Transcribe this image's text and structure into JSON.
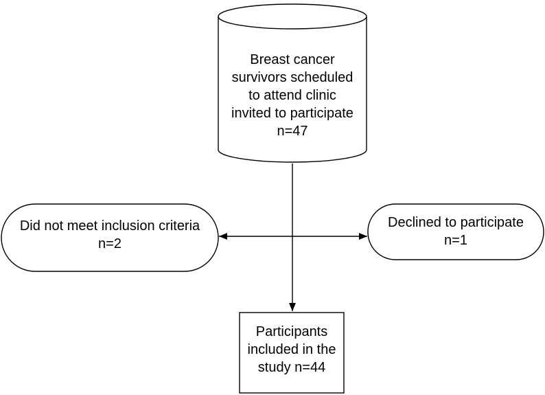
{
  "flowchart": {
    "start": {
      "lines": [
        "Breast cancer",
        "survivors scheduled",
        "to attend clinic",
        "invited to participate",
        "n=47"
      ]
    },
    "excluded_left": {
      "lines": [
        "Did not meet inclusion criteria",
        "n=2"
      ]
    },
    "excluded_right": {
      "lines": [
        "Declined to participate",
        "n=1"
      ]
    },
    "result": {
      "lines": [
        "Participants",
        "included in the",
        "study n=44"
      ]
    }
  },
  "colors": {
    "stroke": "#000000",
    "fill": "#ffffff",
    "text": "#000000"
  }
}
